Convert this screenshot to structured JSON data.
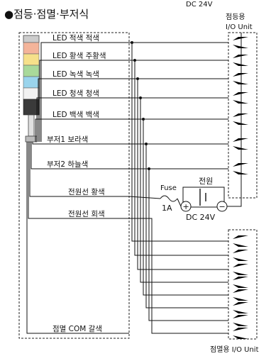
{
  "header": {
    "top_cut_text": "DC 24V",
    "title": "●점등·점멸·부저식",
    "io_top_line1": "점등용",
    "io_top_line2": "I/O Unit",
    "io_bottom": "점멸용 I/O Unit"
  },
  "signals": [
    {
      "label": "LED 적색  적색"
    },
    {
      "label": "LED 황색  주황색"
    },
    {
      "label": "LED 녹색  녹색"
    },
    {
      "label": "LED 청색  청색"
    },
    {
      "label": "LED 백색  백색"
    },
    {
      "label": "부저1  보라색"
    },
    {
      "label": "부저2  하늘색"
    },
    {
      "label": "전원선  황색"
    },
    {
      "label": "전원선  회색"
    },
    {
      "label": "점멸 COM  갈색"
    }
  ],
  "power": {
    "fuse_label": "Fuse",
    "fuse_rating": "1A",
    "supply_label": "전원",
    "supply_voltage": "DC 24V",
    "plus": "+",
    "minus": "−"
  },
  "colors": {
    "lamp_red": "#f4b49a",
    "lamp_amber": "#f6e08a",
    "lamp_green": "#a9d99a",
    "lamp_blue": "#9ad4ec",
    "lamp_white": "#f2f2f2",
    "lamp_base": "#3a3a3a"
  }
}
